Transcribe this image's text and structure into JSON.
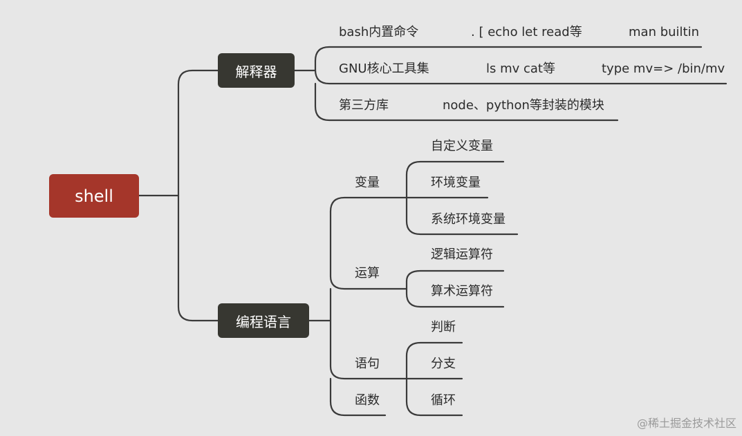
{
  "root": {
    "label": "shell"
  },
  "interpreter": {
    "label": "解释器",
    "rows": [
      {
        "label": "bash内置命令",
        "col2": ". [ echo let read等",
        "col3": "man builtin"
      },
      {
        "label": "GNU核心工具集",
        "col2": "ls mv cat等",
        "col3": "type mv=> /bin/mv"
      },
      {
        "label": "第三方库",
        "col2": "node、python等封装的模块"
      }
    ]
  },
  "programming": {
    "label": "编程语言",
    "variables": {
      "label": "变量",
      "items": [
        "自定义变量",
        "环境变量",
        "系统环境变量"
      ]
    },
    "operations": {
      "label": "运算",
      "items": [
        "逻辑运算符",
        "算术运算符"
      ]
    },
    "statements": {
      "label": "语句",
      "items": [
        "判断",
        "分支",
        "循环"
      ]
    },
    "functions": {
      "label": "函数"
    }
  },
  "watermark": "@稀土掘金技术社区"
}
